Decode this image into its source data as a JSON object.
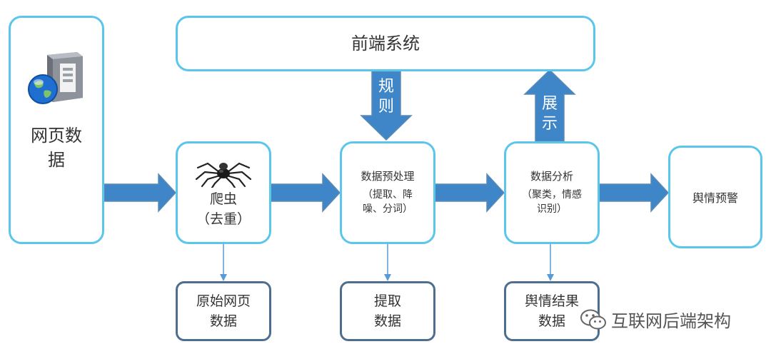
{
  "colors": {
    "box_border": "#5BC6EB",
    "output_border": "#4E6E90",
    "arrow_fill": "#3F86C8",
    "arrow_stroke": "#5B8AB5"
  },
  "nodes": {
    "web_data": {
      "line1": "网页数",
      "line2": "据",
      "icon": "server-globe-icon"
    },
    "frontend": {
      "label": "前端系统"
    },
    "crawler": {
      "line1": "爬虫",
      "line2": "（去重）",
      "icon": "spider-icon"
    },
    "preprocess": {
      "line1": "数据预处理",
      "line2": "（提取、降",
      "line3": "噪、分词）"
    },
    "analysis": {
      "line1": "数据分析",
      "line2": "（聚类，情感",
      "line3": "识别）"
    },
    "alert": {
      "label": "舆情预警"
    },
    "raw_pages": {
      "line1": "原始网页",
      "line2": "数据"
    },
    "extracted": {
      "line1": "提取",
      "line2": "数据"
    },
    "sentiment_results": {
      "line1": "舆情结果",
      "line2": "数据"
    }
  },
  "arrows": {
    "rules": {
      "line1": "规",
      "line2": "则"
    },
    "display": {
      "line1": "展",
      "line2": "示"
    }
  },
  "watermark": {
    "text": "互联网后端架构",
    "icon": "wechat-icon"
  }
}
